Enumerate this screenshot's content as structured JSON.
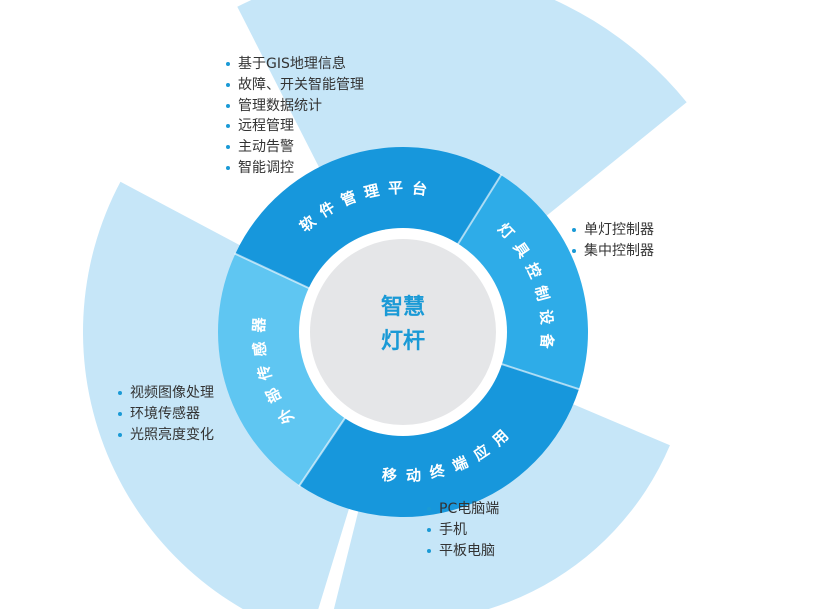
{
  "center": {
    "line1": "智慧",
    "line2": "灯杆"
  },
  "segments": [
    {
      "id": "software",
      "label": "软件管理平台",
      "items": [
        "基于GIS地理信息",
        "故障、开关智能管理",
        "管理数据统计",
        "远程管理",
        "主动告警",
        "智能调控"
      ]
    },
    {
      "id": "fixture",
      "label": "灯具控制设备",
      "items": [
        "单灯控制器",
        "集中控制器"
      ]
    },
    {
      "id": "mobile",
      "label": "移动终端应用",
      "items": [
        "PC电脑端",
        "手机",
        "平板电脑"
      ]
    },
    {
      "id": "sensor",
      "label": "外部传感器",
      "items": [
        "视频图像处理",
        "环境传感器",
        "光照亮度变化"
      ]
    }
  ],
  "colors": {
    "outer_fill": "#c6e6f8",
    "outer_fill_alt": "#b4dcf4",
    "ring_dark": "#1797dc",
    "ring_mid": "#2eace8",
    "ring_light": "#5fc6f2",
    "inner_white": "#ffffff",
    "core": "#e5e6e8",
    "accent": "#1a9ad6",
    "text": "#333333"
  }
}
